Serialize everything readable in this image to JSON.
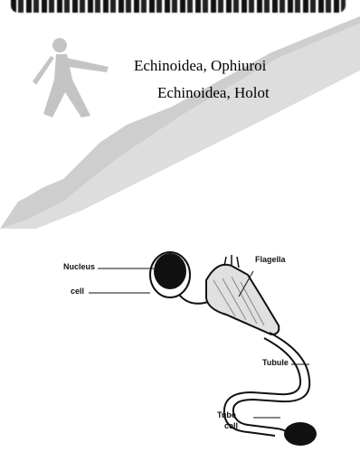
{
  "options": {
    "line1": "Echinoidea, Ophiuroi",
    "line2": "Echinoidea, Holot"
  },
  "figure": {
    "labels": {
      "nucleus": "Nucleus",
      "cell": "cell",
      "flagella": "Flagella",
      "tubule": "Tubule",
      "tube": "Tube",
      "tube_cell": "cell"
    }
  }
}
